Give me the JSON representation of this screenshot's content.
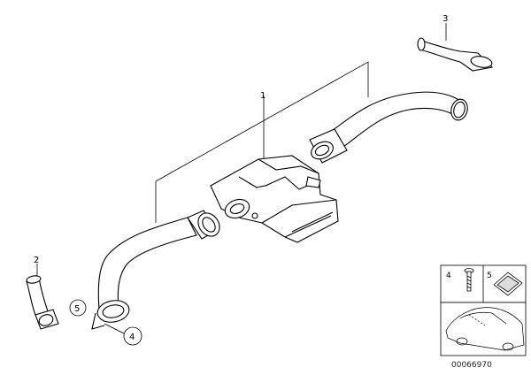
{
  "callouts": {
    "part_1": "1",
    "part_2": "2",
    "part_3": "3",
    "part_4": "4",
    "part_5": "5"
  },
  "legend": {
    "item_4": "4",
    "item_5": "5"
  },
  "diagram_code": "00066970"
}
